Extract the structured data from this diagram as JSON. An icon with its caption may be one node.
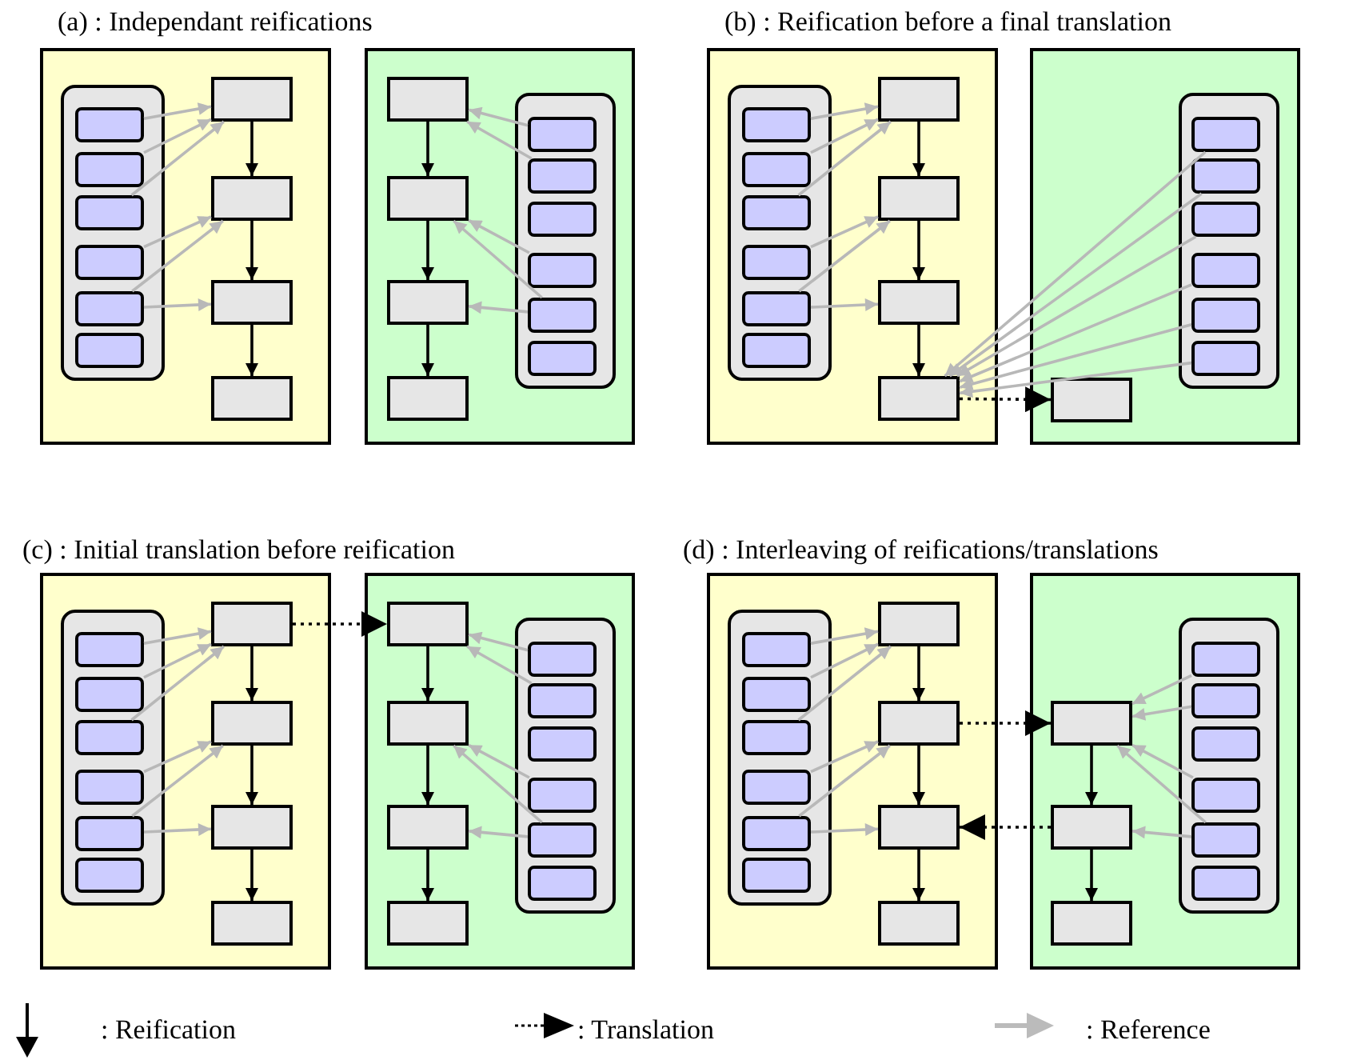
{
  "diagram": {
    "nodes": [
      {
        "text": [],
        "shape": "box"
      },
      {
        "text": [],
        "shape": "box",
        "in": 0
      },
      {
        "text": [],
        "shape": "box",
        "in": 1
      },
      {
        "text": [],
        "shape": "box",
        "in": 1
      },
      {
        "text": [],
        "shape": "box",
        "in": 1
      },
      {
        "text": [],
        "shape": "box",
        "in": 1
      },
      {
        "text": [],
        "shape": "box",
        "in": 1
      },
      {
        "text": [],
        "shape": "box",
        "in": 1
      },
      {
        "text": [],
        "shape": "box",
        "in": 0
      },
      {
        "text": [],
        "shape": "box",
        "in": 0
      },
      {
        "text": [],
        "shape": "box",
        "in": 0
      },
      {
        "text": [],
        "shape": "box",
        "in": 0
      },
      {
        "text": [],
        "shape": "box"
      },
      {
        "text": [],
        "shape": "box",
        "in": 12
      },
      {
        "text": [],
        "shape": "box",
        "in": 12
      },
      {
        "text": [],
        "shape": "box",
        "in": 12
      },
      {
        "text": [],
        "shape": "box",
        "in": 12
      },
      {
        "text": [],
        "shape": "box",
        "in": 12
      },
      {
        "text": [],
        "shape": "box",
        "in": 17
      },
      {
        "text": [],
        "shape": "box",
        "in": 17
      },
      {
        "text": [],
        "shape": "box",
        "in": 17
      },
      {
        "text": [],
        "shape": "box",
        "in": 17
      },
      {
        "text": [],
        "shape": "box",
        "in": 17
      },
      {
        "text": [],
        "shape": "box",
        "in": 17
      },
      {
        "text": [],
        "shape": "box"
      },
      {
        "text": [],
        "shape": "box",
        "in": 24
      },
      {
        "text": [],
        "shape": "box",
        "in": 25
      },
      {
        "text": [],
        "shape": "box",
        "in": 25
      },
      {
        "text": [],
        "shape": "box",
        "in": 25
      },
      {
        "text": [],
        "shape": "box",
        "in": 25
      },
      {
        "text": [],
        "shape": "box",
        "in": 25
      },
      {
        "text": [],
        "shape": "box",
        "in": 25
      },
      {
        "text": [],
        "shape": "box",
        "in": 24
      },
      {
        "text": [],
        "shape": "box",
        "in": 24
      },
      {
        "text": [],
        "shape": "box",
        "in": 24
      },
      {
        "text": [],
        "shape": "box",
        "in": 24
      },
      {
        "text": [],
        "shape": "box"
      },
      {
        "text": [],
        "shape": "box",
        "in": 36
      },
      {
        "text": [],
        "shape": "box",
        "in": 37
      },
      {
        "text": [],
        "shape": "box",
        "in": 37
      },
      {
        "text": [],
        "shape": "box",
        "in": 37
      },
      {
        "text": [],
        "shape": "box",
        "in": 37
      },
      {
        "text": [],
        "shape": "box",
        "in": 37
      },
      {
        "text": [],
        "shape": "box",
        "in": 37
      },
      {
        "text": [],
        "shape": "box",
        "in": 36
      },
      {
        "text": [],
        "shape": "box"
      },
      {
        "text": [],
        "shape": "box",
        "in": 45
      },
      {
        "text": [],
        "shape": "box",
        "in": 46
      },
      {
        "text": [],
        "shape": "box",
        "in": 46
      },
      {
        "text": [],
        "shape": "box",
        "in": 46
      },
      {
        "text": [],
        "shape": "box",
        "in": 46
      },
      {
        "text": [],
        "shape": "box",
        "in": 46
      },
      {
        "text": [],
        "shape": "box",
        "in": 46
      },
      {
        "text": [],
        "shape": "box",
        "in": 45
      },
      {
        "text": [],
        "shape": "box",
        "in": 45
      },
      {
        "text": [],
        "shape": "box",
        "in": 45
      },
      {
        "text": [],
        "shape": "box",
        "in": 45
      },
      {
        "text": [],
        "shape": "box"
      },
      {
        "text": [],
        "shape": "box",
        "in": 57
      },
      {
        "text": [],
        "shape": "box",
        "in": 57
      },
      {
        "text": [],
        "shape": "box",
        "in": 57
      },
      {
        "text": [],
        "shape": "box",
        "in": 57
      },
      {
        "text": [],
        "shape": "box",
        "in": 57
      },
      {
        "text": [],
        "shape": "box",
        "in": 62
      },
      {
        "text": [],
        "shape": "box",
        "in": 62
      },
      {
        "text": [],
        "shape": "box",
        "in": 62
      },
      {
        "text": [],
        "shape": "box",
        "in": 62
      },
      {
        "text": [],
        "shape": "box",
        "in": 62
      },
      {
        "text": [],
        "shape": "box",
        "in": 62
      },
      {
        "text": [],
        "shape": "box"
      },
      {
        "text": [],
        "shape": "box",
        "in": 69
      },
      {
        "text": [],
        "shape": "box",
        "in": 70
      },
      {
        "text": [],
        "shape": "box",
        "in": 70
      },
      {
        "text": [],
        "shape": "box",
        "in": 70
      },
      {
        "text": [],
        "shape": "box",
        "in": 70
      },
      {
        "text": [],
        "shape": "box",
        "in": 70
      },
      {
        "text": [],
        "shape": "box",
        "in": 70
      },
      {
        "text": [],
        "shape": "box",
        "in": 69
      },
      {
        "text": [],
        "shape": "box",
        "in": 69
      },
      {
        "text": [],
        "shape": "box",
        "in": 69
      },
      {
        "text": [],
        "shape": "box",
        "in": 69
      },
      {
        "text": [],
        "shape": "box"
      },
      {
        "text": [],
        "shape": "box",
        "in": 81
      },
      {
        "text": [],
        "shape": "box",
        "in": 82
      },
      {
        "text": [],
        "shape": "box",
        "in": 82
      },
      {
        "text": [],
        "shape": "box",
        "in": 82
      },
      {
        "text": [],
        "shape": "box",
        "in": 82
      },
      {
        "text": [],
        "shape": "box",
        "in": 82
      },
      {
        "text": [],
        "shape": "box",
        "in": 82
      },
      {
        "text": [],
        "shape": "box",
        "in": 81
      },
      {
        "text": [],
        "shape": "box",
        "in": 81
      },
      {
        "text": [],
        "shape": "box",
        "in": 81
      }
    ],
    "edges": [
      {
        "from": 8,
        "to": 9,
        "arrow": "to",
        "color": "#000000"
      },
      {
        "from": 9,
        "to": 10,
        "arrow": "to",
        "color": "#000000"
      },
      {
        "from": 10,
        "to": 11,
        "arrow": "to",
        "color": "#000000"
      },
      {
        "from": 2,
        "to": 8,
        "arrow": "to"
      },
      {
        "from": 3,
        "to": 8,
        "arrow": "to"
      },
      {
        "from": 4,
        "to": 8,
        "arrow": "to"
      },
      {
        "from": 5,
        "to": 9,
        "arrow": "to"
      },
      {
        "from": 6,
        "to": 9,
        "arrow": "to"
      },
      {
        "from": 6,
        "to": 10,
        "arrow": "to"
      },
      {
        "from": 13,
        "to": 14,
        "arrow": "to",
        "color": "#000000"
      },
      {
        "from": 14,
        "to": 15,
        "arrow": "to",
        "color": "#000000"
      },
      {
        "from": 15,
        "to": 16,
        "arrow": "to",
        "color": "#000000"
      },
      {
        "from": 18,
        "to": 13,
        "arrow": "to"
      },
      {
        "from": 19,
        "to": 13,
        "arrow": "to"
      },
      {
        "from": 21,
        "to": 14,
        "arrow": "to"
      },
      {
        "from": 22,
        "to": 14,
        "arrow": "to"
      },
      {
        "from": 22,
        "to": 15,
        "arrow": "to"
      },
      {
        "from": 32,
        "to": 33,
        "arrow": "to",
        "color": "#000000"
      },
      {
        "from": 33,
        "to": 34,
        "arrow": "to",
        "color": "#000000"
      },
      {
        "from": 34,
        "to": 35,
        "arrow": "to",
        "color": "#000000"
      },
      {
        "from": 26,
        "to": 32,
        "arrow": "to"
      },
      {
        "from": 27,
        "to": 32,
        "arrow": "to"
      },
      {
        "from": 28,
        "to": 32,
        "arrow": "to"
      },
      {
        "from": 29,
        "to": 33,
        "arrow": "to"
      },
      {
        "from": 30,
        "to": 33,
        "arrow": "to"
      },
      {
        "from": 30,
        "to": 34,
        "arrow": "to"
      },
      {
        "from": 35,
        "to": 44,
        "arrow": "to",
        "style": "dashed",
        "color": "#000000"
      },
      {
        "from": 38,
        "to": 35,
        "arrow": "to"
      },
      {
        "from": 39,
        "to": 35,
        "arrow": "to"
      },
      {
        "from": 40,
        "to": 35,
        "arrow": "to"
      },
      {
        "from": 41,
        "to": 35,
        "arrow": "to"
      },
      {
        "from": 42,
        "to": 35,
        "arrow": "to"
      },
      {
        "from": 43,
        "to": 35,
        "arrow": "to"
      },
      {
        "from": 53,
        "to": 54,
        "arrow": "to",
        "color": "#000000"
      },
      {
        "from": 54,
        "to": 55,
        "arrow": "to",
        "color": "#000000"
      },
      {
        "from": 55,
        "to": 56,
        "arrow": "to",
        "color": "#000000"
      },
      {
        "from": 47,
        "to": 53,
        "arrow": "to"
      },
      {
        "from": 48,
        "to": 53,
        "arrow": "to"
      },
      {
        "from": 49,
        "to": 53,
        "arrow": "to"
      },
      {
        "from": 50,
        "to": 54,
        "arrow": "to"
      },
      {
        "from": 51,
        "to": 54,
        "arrow": "to"
      },
      {
        "from": 51,
        "to": 55,
        "arrow": "to"
      },
      {
        "from": 53,
        "to": 58,
        "arrow": "to",
        "style": "dashed",
        "color": "#000000"
      },
      {
        "from": 58,
        "to": 59,
        "arrow": "to",
        "color": "#000000"
      },
      {
        "from": 59,
        "to": 60,
        "arrow": "to",
        "color": "#000000"
      },
      {
        "from": 60,
        "to": 61,
        "arrow": "to",
        "color": "#000000"
      },
      {
        "from": 63,
        "to": 58,
        "arrow": "to"
      },
      {
        "from": 64,
        "to": 58,
        "arrow": "to"
      },
      {
        "from": 66,
        "to": 59,
        "arrow": "to"
      },
      {
        "from": 67,
        "to": 59,
        "arrow": "to"
      },
      {
        "from": 67,
        "to": 60,
        "arrow": "to"
      },
      {
        "from": 77,
        "to": 78,
        "arrow": "to",
        "color": "#000000"
      },
      {
        "from": 78,
        "to": 79,
        "arrow": "to",
        "color": "#000000"
      },
      {
        "from": 79,
        "to": 80,
        "arrow": "to",
        "color": "#000000"
      },
      {
        "from": 71,
        "to": 77,
        "arrow": "to"
      },
      {
        "from": 72,
        "to": 77,
        "arrow": "to"
      },
      {
        "from": 73,
        "to": 77,
        "arrow": "to"
      },
      {
        "from": 74,
        "to": 78,
        "arrow": "to"
      },
      {
        "from": 75,
        "to": 78,
        "arrow": "to"
      },
      {
        "from": 75,
        "to": 79,
        "arrow": "to"
      },
      {
        "from": 78,
        "to": 89,
        "arrow": "to",
        "style": "dashed",
        "color": "#000000"
      },
      {
        "from": 90,
        "to": 79,
        "arrow": "to",
        "style": "dashed",
        "color": "#000000"
      },
      {
        "from": 89,
        "to": 90,
        "arrow": "to",
        "color": "#000000"
      },
      {
        "from": 90,
        "to": 91,
        "arrow": "to",
        "color": "#000000"
      },
      {
        "from": 83,
        "to": 89,
        "arrow": "to"
      },
      {
        "from": 84,
        "to": 89,
        "arrow": "to"
      },
      {
        "from": 86,
        "to": 89,
        "arrow": "to"
      },
      {
        "from": 87,
        "to": 89,
        "arrow": "to"
      },
      {
        "from": 87,
        "to": 90,
        "arrow": "to"
      }
    ],
    "labels": [
      "(a) : Independant reifications",
      "(b) : Reification before a final translation",
      "(c) : Initial translation before reification",
      "(d) : Interleaving of reifications/translations"
    ],
    "legend": [
      {
        "text": ": Reification"
      },
      {
        "text": ": Translation"
      },
      {
        "text": ": Reference"
      }
    ]
  }
}
